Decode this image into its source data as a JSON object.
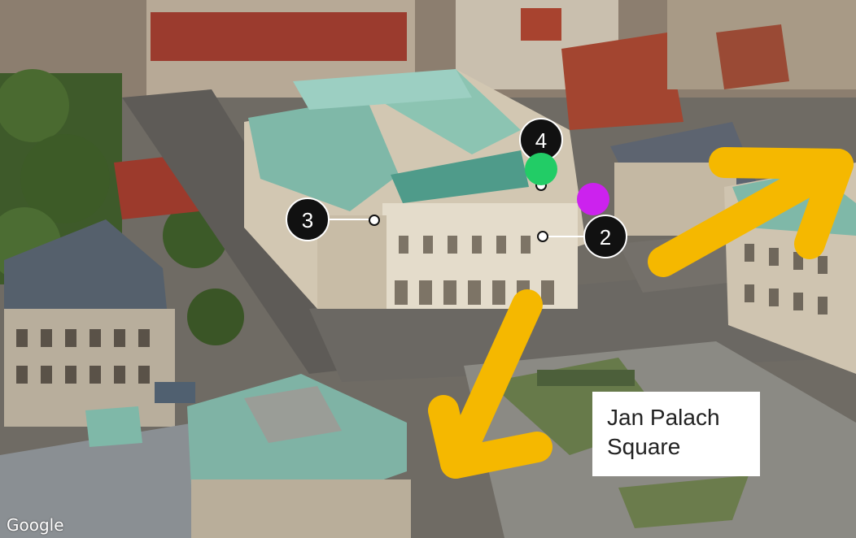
{
  "map": {
    "markers": [
      {
        "id": "marker-1",
        "number": "4"
      },
      {
        "id": "marker-2",
        "number": "3"
      },
      {
        "id": "marker-3",
        "number": "2"
      }
    ],
    "dots": [
      {
        "id": "green-dot",
        "color": "#22cc66"
      },
      {
        "id": "purple-dot",
        "color": "#cc22ee"
      }
    ],
    "arrows": [
      {
        "id": "arrow-northeast",
        "color": "#f5b800"
      },
      {
        "id": "arrow-southwest",
        "color": "#f5b800"
      }
    ],
    "place_label": {
      "line1": "Jan Palach",
      "line2": "Square"
    },
    "attribution": "Google"
  }
}
